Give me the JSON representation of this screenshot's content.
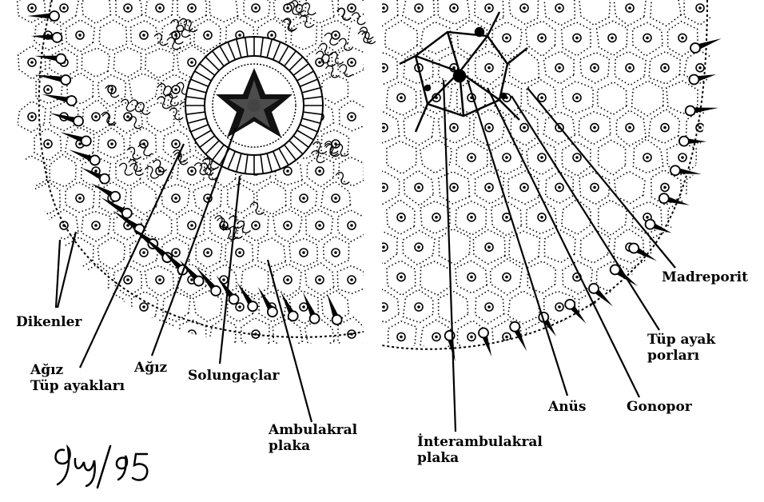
{
  "labels": {
    "dikenler": "Dikenler",
    "agiz_tup_1": "Ağız",
    "agiz_tup_2": "Tüp ayakları",
    "agiz": "Ağız",
    "solungaclar": "Solungaçlar",
    "ambulakral_1": "Ambulakral",
    "ambulakral_2": "plaka",
    "interambulakral_1": "İnterambulakral",
    "interambulakral_2": "plaka",
    "anus": "Anüs",
    "gonopor": "Gonopor",
    "tup_porlari_1": "Tüp ayak",
    "tup_porlari_2": "porları",
    "madreporit": "Madreporit"
  },
  "signature": "9uj/95",
  "colors": {
    "ink": "#000000",
    "paper": "#ffffff"
  }
}
